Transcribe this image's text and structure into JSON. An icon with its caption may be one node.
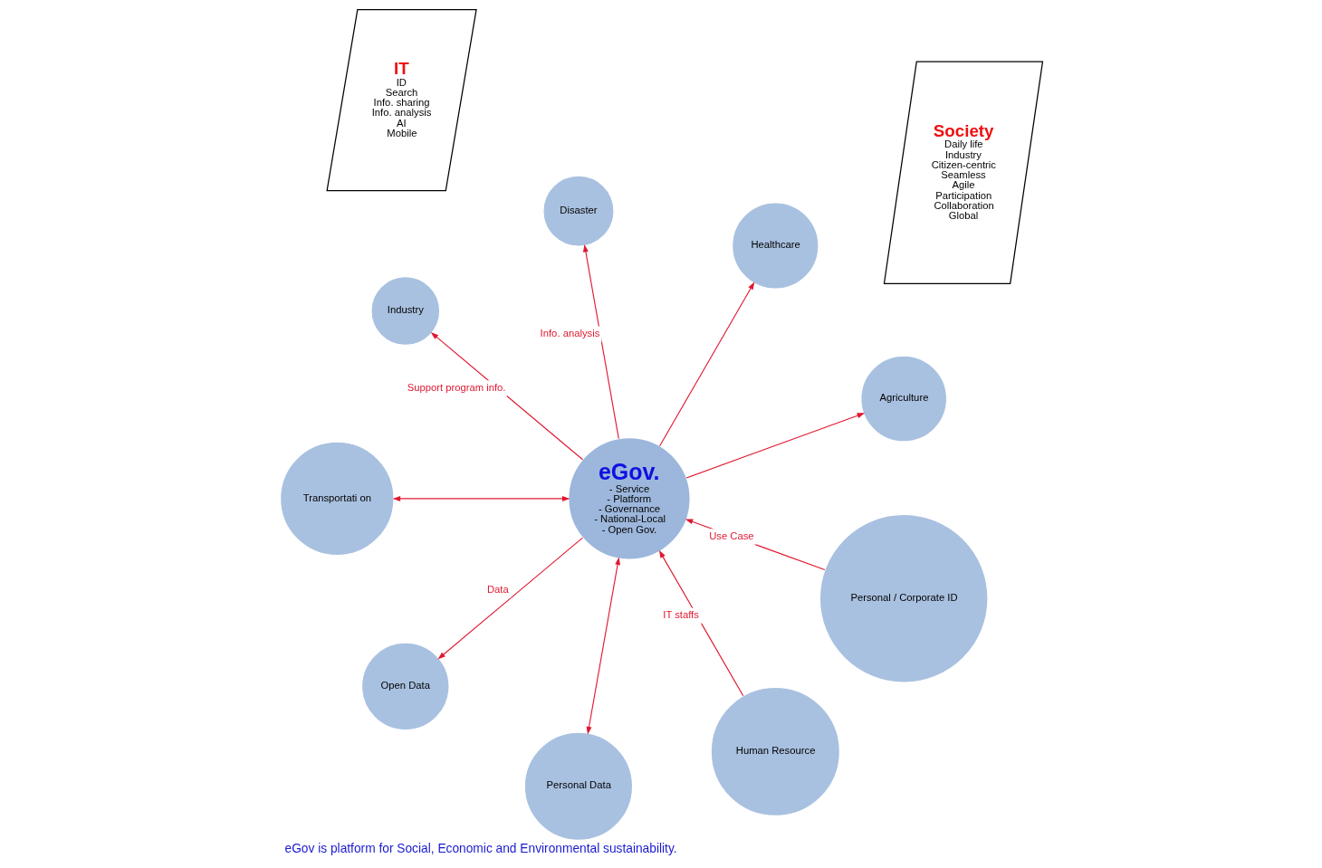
{
  "diagram": {
    "caption": "eGov is platform for Social, Economic and Environmental sustainability.",
    "nodes": [
      {
        "text": [
          "Society",
          "Daily life",
          "Industry",
          "Citizen-centric",
          "Seamless",
          "Agile",
          "Participation",
          "Collaboration",
          "Global"
        ]
      },
      {
        "text": [
          "eGov.",
          "- Service",
          "- Platform",
          "- Governance",
          "- National-Local",
          "- Open Gov."
        ]
      },
      {
        "text": [
          "Agriculture"
        ]
      },
      {
        "text": [
          "Healthcare"
        ]
      },
      {
        "text": [
          "Disaster"
        ]
      },
      {
        "text": [
          "Industry"
        ]
      },
      {
        "text": [
          "Transportati on"
        ]
      },
      {
        "text": [
          "Human Resource"
        ]
      },
      {
        "text": [
          "Open Data"
        ]
      },
      {
        "text": [
          "Personal / Corporate ID"
        ]
      },
      {
        "text": [
          "Personal Data"
        ]
      },
      {
        "text": [
          "IT",
          "ID",
          "Search",
          "Info. sharing",
          "Info. analysis",
          "AI",
          "Mobile"
        ]
      }
    ],
    "edges": [
      {
        "from": 1,
        "to": 2,
        "arrow": "to"
      },
      {
        "from": 1,
        "to": 3,
        "arrow": "to"
      },
      {
        "from": 1,
        "to": 4,
        "arrow": "to",
        "label": "Info. analysis"
      },
      {
        "from": 1,
        "to": 5,
        "arrow": "to",
        "label": "Support program info."
      },
      {
        "from": 1,
        "to": 6,
        "arrow": "both"
      },
      {
        "from": 7,
        "to": 1,
        "arrow": "to",
        "label": "IT staffs"
      },
      {
        "from": 1,
        "to": 8,
        "arrow": "to",
        "label": "Data"
      },
      {
        "from": 9,
        "to": 1,
        "arrow": "to",
        "label": "Use Case"
      },
      {
        "from": 1,
        "to": 10,
        "arrow": "both"
      }
    ]
  }
}
